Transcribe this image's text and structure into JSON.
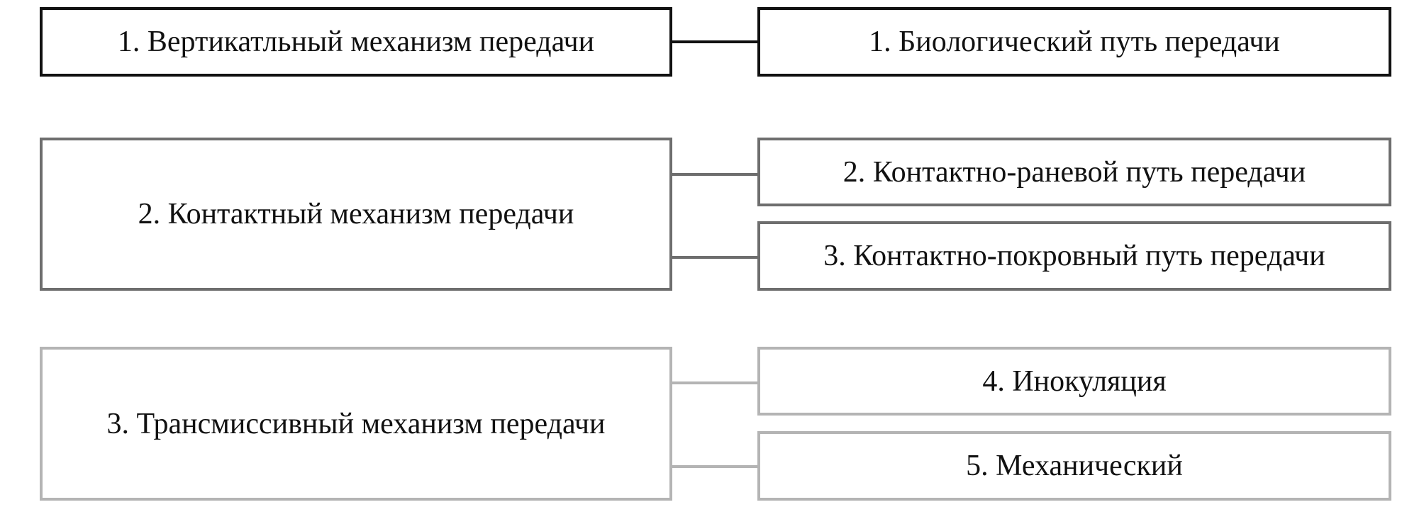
{
  "groups": [
    {
      "mechanism": "1. Вертикатльный механизм передачи",
      "paths": [
        "1. Биологический путь передачи"
      ],
      "color": "#111111"
    },
    {
      "mechanism": "2. Контактный механизм передачи",
      "paths": [
        "2. Контактно-раневой путь передачи",
        "3. Контактно-покровный путь передачи"
      ],
      "color": "#6e6e6e"
    },
    {
      "mechanism": "3. Трансмиссивный механизм передачи",
      "paths": [
        "4. Инокуляция",
        "5. Механический"
      ],
      "color": "#b4b4b4"
    }
  ]
}
